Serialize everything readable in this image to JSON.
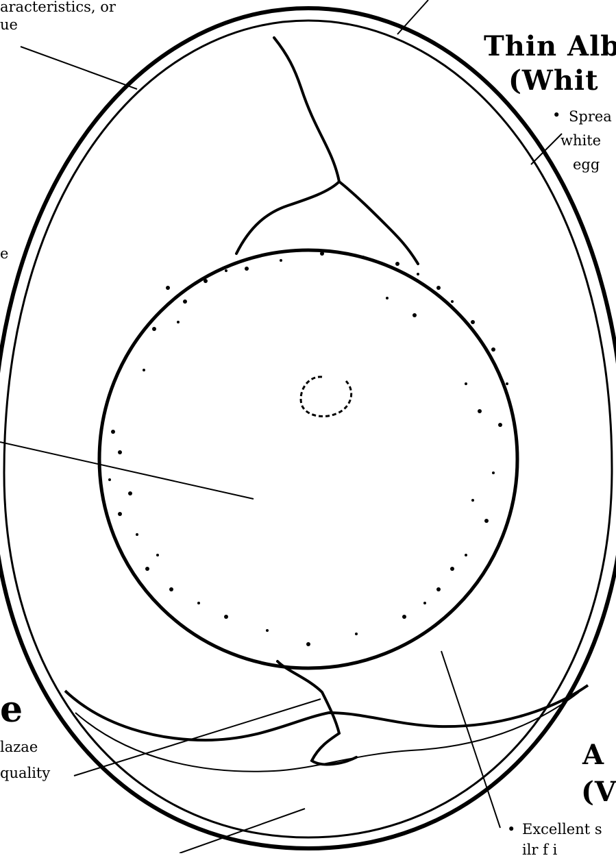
{
  "labels": {
    "shell": {
      "desc_line1": "aracteristics, or",
      "desc_line2": "ue"
    },
    "thin_albumen": {
      "title_line1": "Thin Alb",
      "title_line2": "(Whit",
      "bullet": "•",
      "desc_line1": "Sprea",
      "desc_line2": "white",
      "desc_line3": "egg"
    },
    "yolk": {
      "desc_fragment": "e"
    },
    "chalazae": {
      "title_fragment": "e",
      "desc_line1": "lazae",
      "desc_line2": "quality"
    },
    "thick_albumen": {
      "title_line1": "A",
      "title_line2": "(V",
      "bullet": "•",
      "desc_line1": "Excellent s",
      "desc_line2": "ilr f  i"
    }
  },
  "colors": {
    "ink": "#000000",
    "paper": "#ffffff"
  }
}
